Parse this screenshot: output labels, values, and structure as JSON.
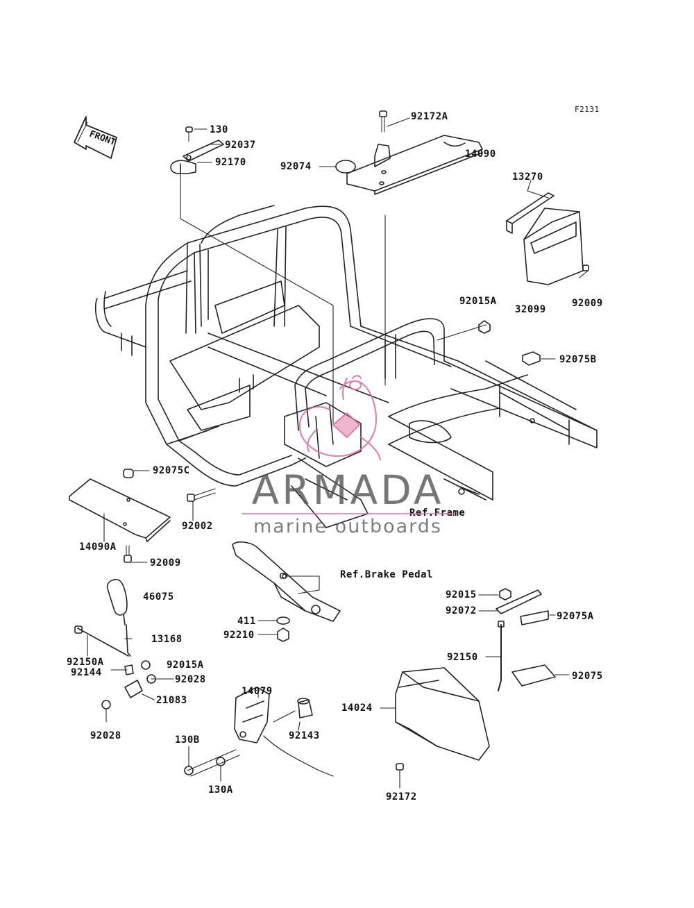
{
  "figure_code": "F2131",
  "front_label": "FRONT",
  "part_labels": [
    {
      "id": "p130",
      "text": "130"
    },
    {
      "id": "p92037",
      "text": "92037"
    },
    {
      "id": "p92170",
      "text": "92170"
    },
    {
      "id": "p92172A",
      "text": "92172A"
    },
    {
      "id": "p92074",
      "text": "92074"
    },
    {
      "id": "p14090",
      "text": "14090"
    },
    {
      "id": "p13270",
      "text": "13270"
    },
    {
      "id": "p92009a",
      "text": "92009"
    },
    {
      "id": "p32099",
      "text": "32099"
    },
    {
      "id": "p92015A",
      "text": "92015A"
    },
    {
      "id": "p92075B",
      "text": "92075B"
    },
    {
      "id": "p92075C",
      "text": "92075C"
    },
    {
      "id": "p92002",
      "text": "92002"
    },
    {
      "id": "p14090A",
      "text": "14090A"
    },
    {
      "id": "p92009b",
      "text": "92009"
    },
    {
      "id": "p46075",
      "text": "46075"
    },
    {
      "id": "p13168",
      "text": "13168"
    },
    {
      "id": "p92150A",
      "text": "92150A"
    },
    {
      "id": "p92015A2",
      "text": "92015A"
    },
    {
      "id": "p92144",
      "text": "92144"
    },
    {
      "id": "p92028a",
      "text": "92028"
    },
    {
      "id": "p21083",
      "text": "21083"
    },
    {
      "id": "p92028b",
      "text": "92028"
    },
    {
      "id": "p411",
      "text": "411"
    },
    {
      "id": "p92210",
      "text": "92210"
    },
    {
      "id": "p14079",
      "text": "14079"
    },
    {
      "id": "p92143",
      "text": "92143"
    },
    {
      "id": "p130B",
      "text": "130B"
    },
    {
      "id": "p130A",
      "text": "130A"
    },
    {
      "id": "p92015",
      "text": "92015"
    },
    {
      "id": "p92072",
      "text": "92072"
    },
    {
      "id": "p92075A",
      "text": "92075A"
    },
    {
      "id": "p92150",
      "text": "92150"
    },
    {
      "id": "p92075",
      "text": "92075"
    },
    {
      "id": "p14024",
      "text": "14024"
    },
    {
      "id": "p92172",
      "text": "92172"
    }
  ],
  "references": {
    "frame": "Ref.Frame",
    "brake_pedal": "Ref.Brake Pedal"
  },
  "watermark": {
    "name": "ARMADA",
    "tagline": "marine outboards",
    "logo_color": "#d8709c"
  }
}
